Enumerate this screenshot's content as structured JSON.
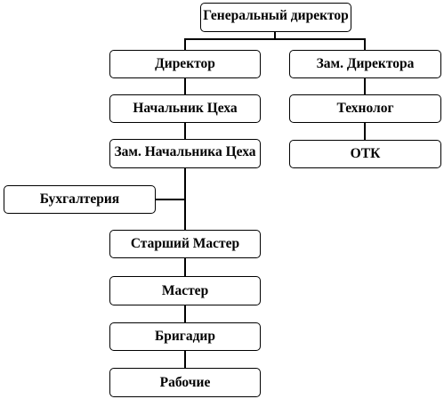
{
  "diagram": {
    "nodes": {
      "general_director": "Генеральный директор",
      "director": "Директор",
      "deputy_director": "Зам. Директора",
      "shop_head": "Начальник Цеха",
      "technologist": "Технолог",
      "deputy_shop_head": "Зам. Начальника Цеха",
      "qc": "ОТК",
      "accounting": "Бухгалтерия",
      "senior_foreman": "Старший Мастер",
      "foreman": "Мастер",
      "brigadier": "Бригадир",
      "workers": "Рабочие"
    }
  }
}
